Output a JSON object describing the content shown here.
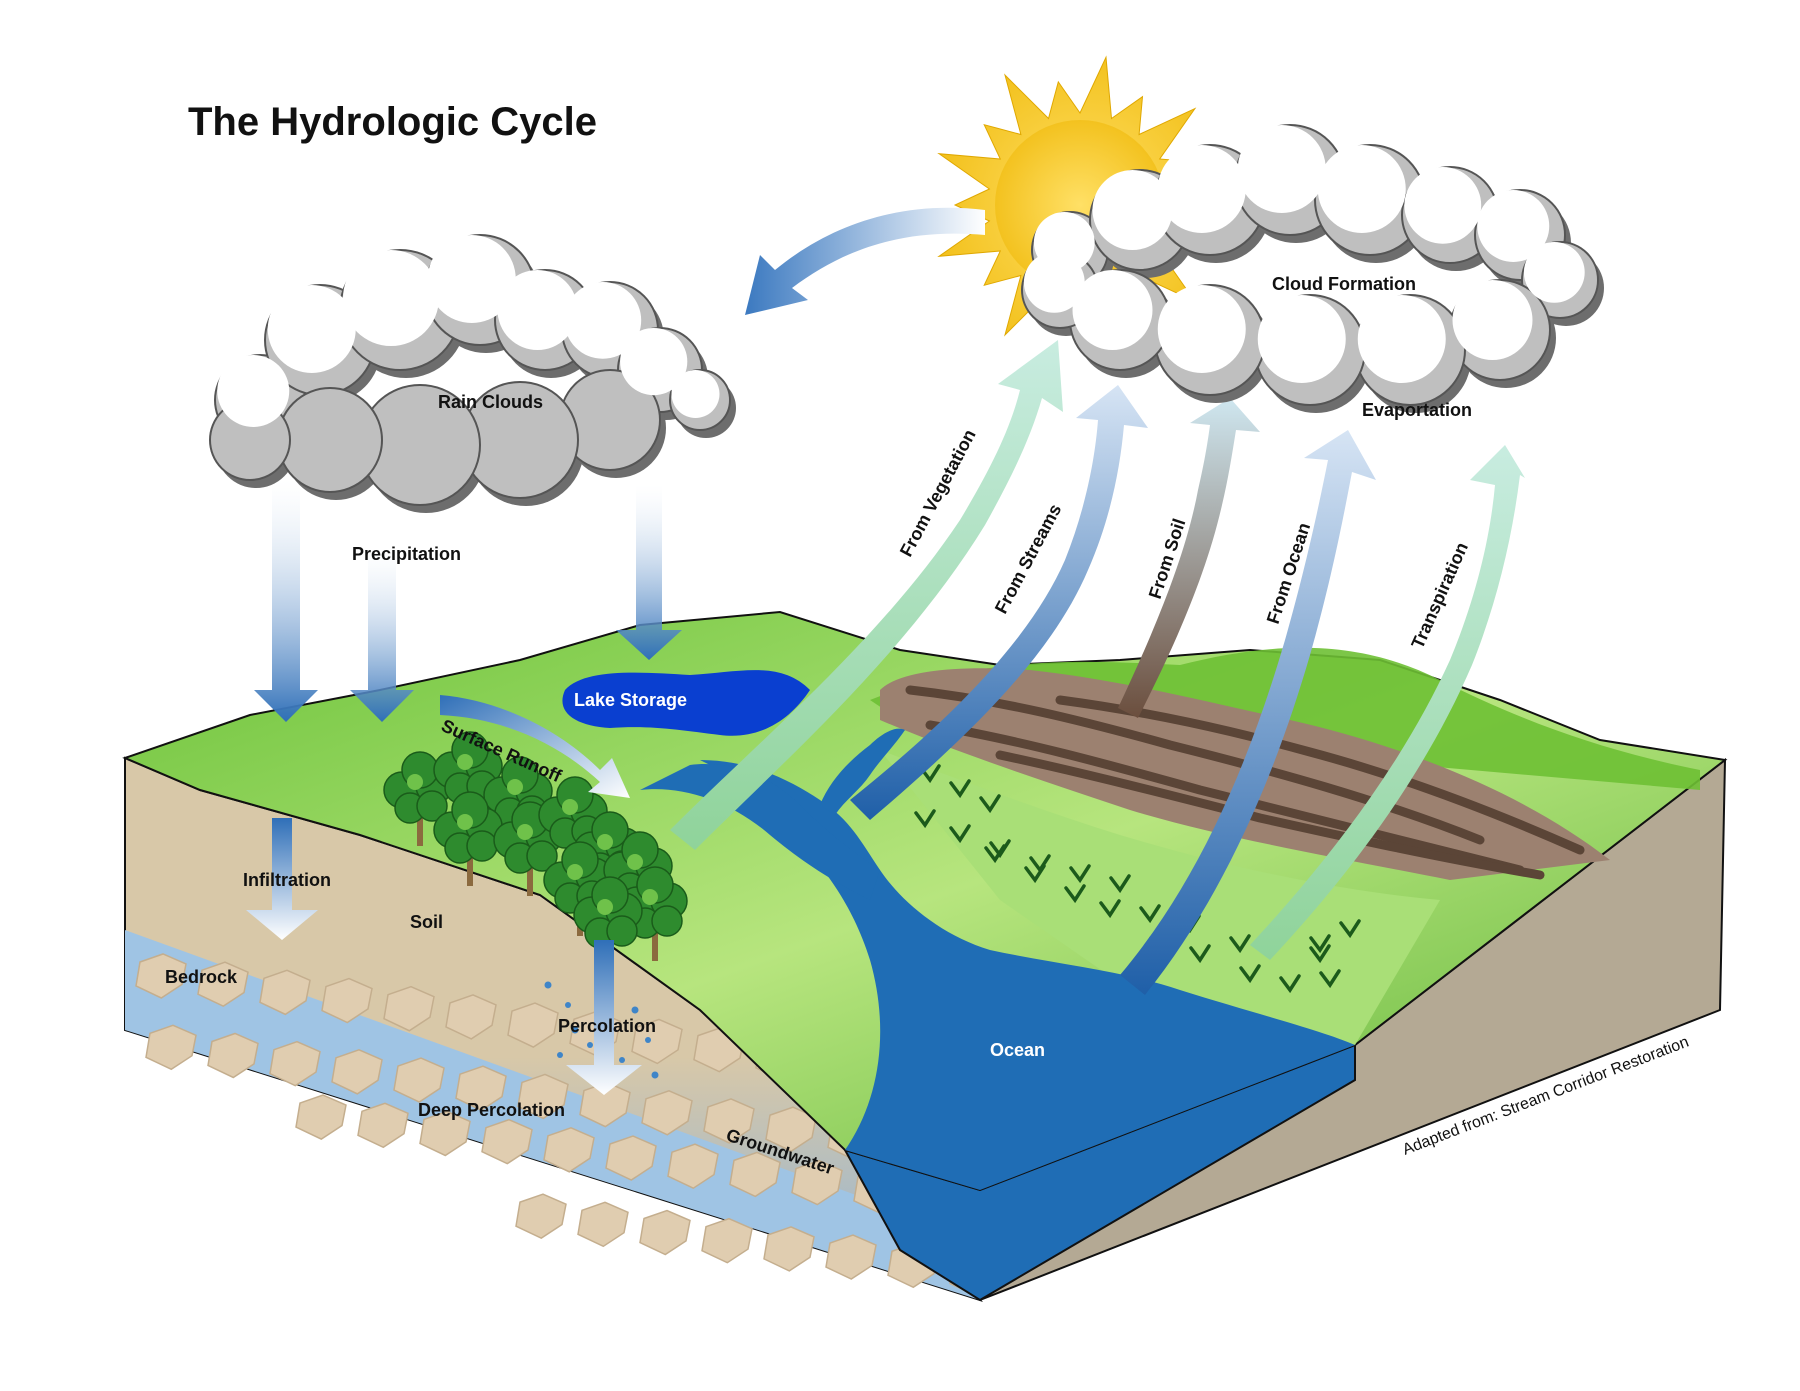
{
  "title": "The Hydrologic Cycle",
  "labels": {
    "rain_clouds": "Rain Clouds",
    "cloud_formation": "Cloud Formation",
    "evaporation": "Evaportation",
    "precipitation": "Precipitation",
    "lake_storage": "Lake Storage",
    "surface_runoff": "Surface Runoff",
    "infiltration": "Infiltration",
    "soil": "Soil",
    "bedrock": "Bedrock",
    "percolation": "Percolation",
    "deep_percolation": "Deep Percolation",
    "groundwater": "Groundwater",
    "ocean": "Ocean",
    "from_vegetation": "From Vegetation",
    "from_streams": "From Streams",
    "from_soil": "From Soil",
    "from_ocean": "From Ocean",
    "transpiration": "Transpiration"
  },
  "credit": "Adapted from: Stream Corridor Restoration",
  "colors": {
    "water": "#1f6db5",
    "lake": "#0a3fd0",
    "grass": "#7ccf3a",
    "grass_light": "#a6e06a",
    "soil": "#d8c8a8",
    "side": "#b6ab97",
    "bedrock": "#e2cfb2",
    "sun": "#f7cf3a",
    "arrow_blue": "#2f6fb8",
    "arrow_green": "#7fc9a8"
  }
}
